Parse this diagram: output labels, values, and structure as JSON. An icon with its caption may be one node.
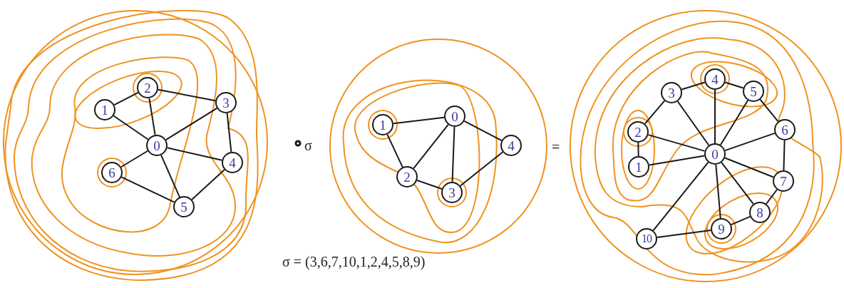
{
  "diagram": {
    "nodes": [
      {
        "text": [
          "0"
        ]
      },
      {
        "text": [
          "1"
        ]
      },
      {
        "text": [
          "2"
        ]
      },
      {
        "text": [
          "3"
        ]
      },
      {
        "text": [
          "4"
        ]
      },
      {
        "text": [
          "5"
        ]
      },
      {
        "text": [
          "6"
        ]
      },
      {
        "text": [
          "0"
        ]
      },
      {
        "text": [
          "1"
        ]
      },
      {
        "text": [
          "2"
        ]
      },
      {
        "text": [
          "3"
        ]
      },
      {
        "text": [
          "4"
        ]
      },
      {
        "text": [
          "0"
        ]
      },
      {
        "text": [
          "1"
        ]
      },
      {
        "text": [
          "2"
        ]
      },
      {
        "text": [
          "3"
        ]
      },
      {
        "text": [
          "4"
        ]
      },
      {
        "text": [
          "5"
        ]
      },
      {
        "text": [
          "6"
        ]
      },
      {
        "text": [
          "7"
        ]
      },
      {
        "text": [
          "8"
        ]
      },
      {
        "text": [
          "9"
        ]
      },
      {
        "text": [
          "10"
        ]
      }
    ],
    "edges": [
      {
        "from": 1,
        "to": 2,
        "arrow": "none"
      },
      {
        "from": 1,
        "to": 0,
        "arrow": "none"
      },
      {
        "from": 2,
        "to": 0,
        "arrow": "none"
      },
      {
        "from": 2,
        "to": 3,
        "arrow": "none"
      },
      {
        "from": 3,
        "to": 0,
        "arrow": "none"
      },
      {
        "from": 3,
        "to": 4,
        "arrow": "none"
      },
      {
        "from": 0,
        "to": 4,
        "arrow": "none"
      },
      {
        "from": 0,
        "to": 6,
        "arrow": "none"
      },
      {
        "from": 0,
        "to": 5,
        "arrow": "none"
      },
      {
        "from": 6,
        "to": 5,
        "arrow": "none"
      },
      {
        "from": 5,
        "to": 4,
        "arrow": "none"
      },
      {
        "from": 8,
        "to": 7,
        "arrow": "none"
      },
      {
        "from": 8,
        "to": 9,
        "arrow": "none"
      },
      {
        "from": 9,
        "to": 7,
        "arrow": "none"
      },
      {
        "from": 7,
        "to": 10,
        "arrow": "none"
      },
      {
        "from": 7,
        "to": 11,
        "arrow": "none"
      },
      {
        "from": 9,
        "to": 10,
        "arrow": "none"
      },
      {
        "from": 10,
        "to": 11,
        "arrow": "none"
      },
      {
        "from": 15,
        "to": 16,
        "arrow": "none"
      },
      {
        "from": 16,
        "to": 17,
        "arrow": "none"
      },
      {
        "from": 17,
        "to": 18,
        "arrow": "none"
      },
      {
        "from": 18,
        "to": 19,
        "arrow": "none"
      },
      {
        "from": 19,
        "to": 20,
        "arrow": "none"
      },
      {
        "from": 20,
        "to": 21,
        "arrow": "none"
      },
      {
        "from": 21,
        "to": 22,
        "arrow": "none"
      },
      {
        "from": 15,
        "to": 14,
        "arrow": "none"
      },
      {
        "from": 14,
        "to": 13,
        "arrow": "none"
      },
      {
        "from": 12,
        "to": 13,
        "arrow": "none"
      },
      {
        "from": 12,
        "to": 14,
        "arrow": "none"
      },
      {
        "from": 12,
        "to": 15,
        "arrow": "none"
      },
      {
        "from": 12,
        "to": 16,
        "arrow": "none"
      },
      {
        "from": 12,
        "to": 17,
        "arrow": "none"
      },
      {
        "from": 12,
        "to": 18,
        "arrow": "none"
      },
      {
        "from": 12,
        "to": 19,
        "arrow": "none"
      },
      {
        "from": 12,
        "to": 20,
        "arrow": "none"
      },
      {
        "from": 12,
        "to": 21,
        "arrow": "none"
      },
      {
        "from": 12,
        "to": 22,
        "arrow": "none"
      }
    ],
    "labels": [
      "σ",
      "=",
      "σ = (3,6,7,10,1,2,4,5,8,9)"
    ]
  }
}
